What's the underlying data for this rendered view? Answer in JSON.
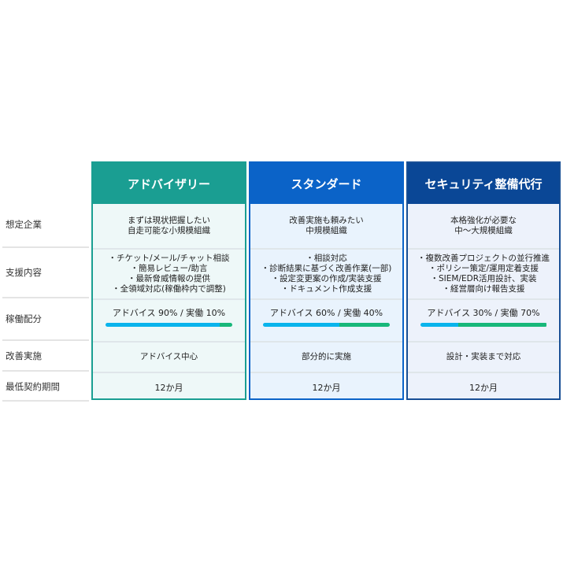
{
  "row_labels": [
    "想定企業",
    "支援内容",
    "稼働配分",
    "改善実施",
    "最低契約期間"
  ],
  "colors": {
    "advisory_header": "#1a9e92",
    "advisory_border": "#1a9e92",
    "advisory_bg": "#eef8f8",
    "standard_header": "#0b63c8",
    "standard_border": "#0b63c8",
    "standard_bg": "#e9f3fd",
    "security_header": "#0a4796",
    "security_border": "#184f95",
    "security_bg": "#edf2fb",
    "bar_advice": "#0ab4ec",
    "bar_work": "#18b87a"
  },
  "plans": [
    {
      "title": "アドバイザリー",
      "target": [
        "まずは現状把握したい",
        "自走可能な小規模組織"
      ],
      "support": [
        "・チケット/メール/チャット相談",
        "・簡易レビュー/助言",
        "・最新脅威情報の提供",
        "・全領域対応(稼働枠内で調整)"
      ],
      "allocation_text": "アドバイス 90% / 実働 10%",
      "advice_pct": 90,
      "work_pct": 10,
      "improvement": "アドバイス中心",
      "min_term": "12か月"
    },
    {
      "title": "スタンダード",
      "target": [
        "改善実施も頼みたい",
        "中規模組織"
      ],
      "support": [
        "・相談対応",
        "・診断結果に基づく改善作業(一部)",
        "・設定変更案の作成/実装支援",
        "・ドキュメント作成支援"
      ],
      "allocation_text": "アドバイス 60% / 実働 40%",
      "advice_pct": 60,
      "work_pct": 40,
      "improvement": "部分的に実施",
      "min_term": "12か月"
    },
    {
      "title": "セキュリティ整備代行",
      "target": [
        "本格強化が必要な",
        "中～大規模組織"
      ],
      "support": [
        "・複数改善プロジェクトの並行推進",
        "・ポリシー策定/運用定着支援",
        "・SIEM/EDR活用設計、実装",
        "・経営層向け報告支援"
      ],
      "allocation_text": "アドバイス 30% / 実働 70%",
      "advice_pct": 30,
      "work_pct": 70,
      "improvement": "設計・実装まで対応",
      "min_term": "12か月"
    }
  ]
}
